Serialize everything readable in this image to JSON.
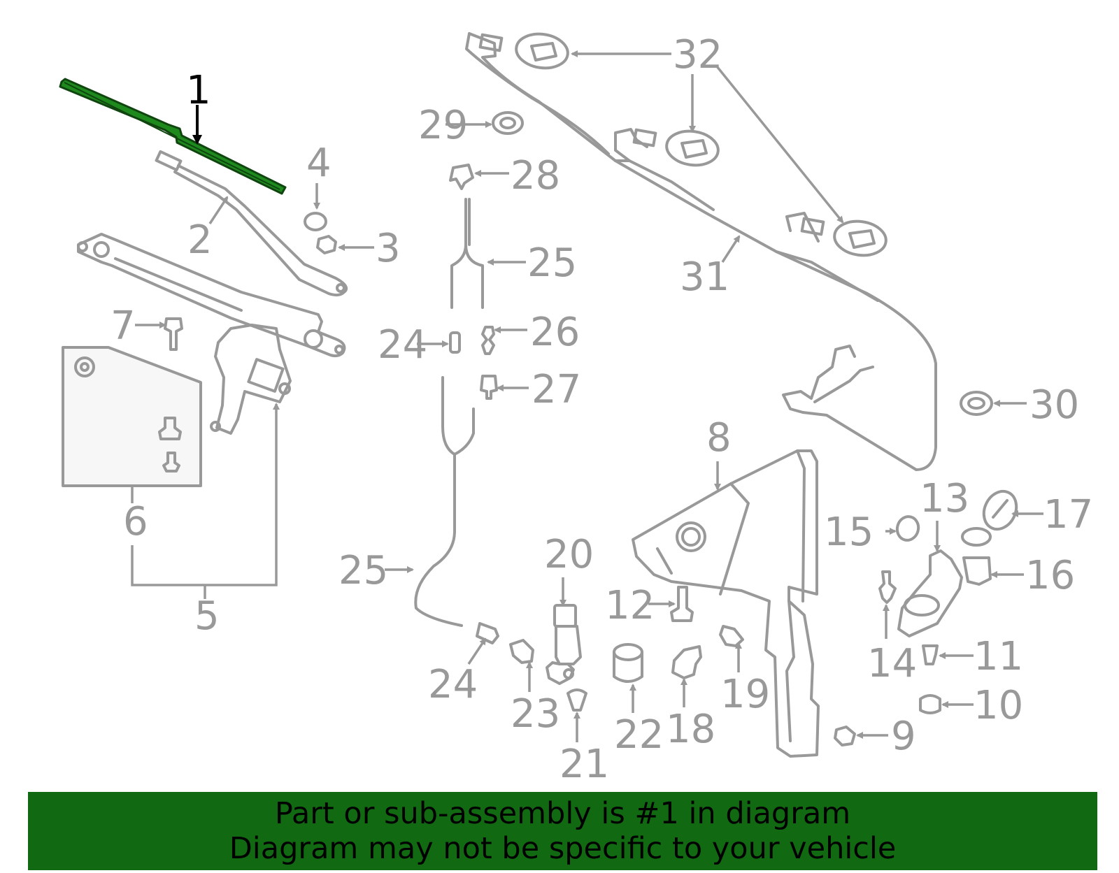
{
  "callouts": {
    "c1": "1",
    "c2": "2",
    "c3": "3",
    "c4": "4",
    "c5": "5",
    "c6": "6",
    "c7": "7",
    "c8": "8",
    "c9": "9",
    "c10": "10",
    "c11": "11",
    "c12": "12",
    "c13": "13",
    "c14": "14",
    "c15": "15",
    "c16": "16",
    "c17": "17",
    "c18": "18",
    "c19": "19",
    "c20": "20",
    "c21": "21",
    "c22": "22",
    "c23": "23",
    "c24a": "24",
    "c24b": "24",
    "c25a": "25",
    "c25b": "25",
    "c26": "26",
    "c27": "27",
    "c28": "28",
    "c29": "29",
    "c30": "30",
    "c31": "31",
    "c32": "32"
  },
  "highlighted_part": "1",
  "banner": {
    "line1": "Part or sub-assembly is #1 in diagram",
    "line2": "Diagram may not be specific to your vehicle"
  },
  "colors": {
    "highlight": "#1e8a1e",
    "banner_bg": "#116a11",
    "part_stroke": "#999999"
  }
}
